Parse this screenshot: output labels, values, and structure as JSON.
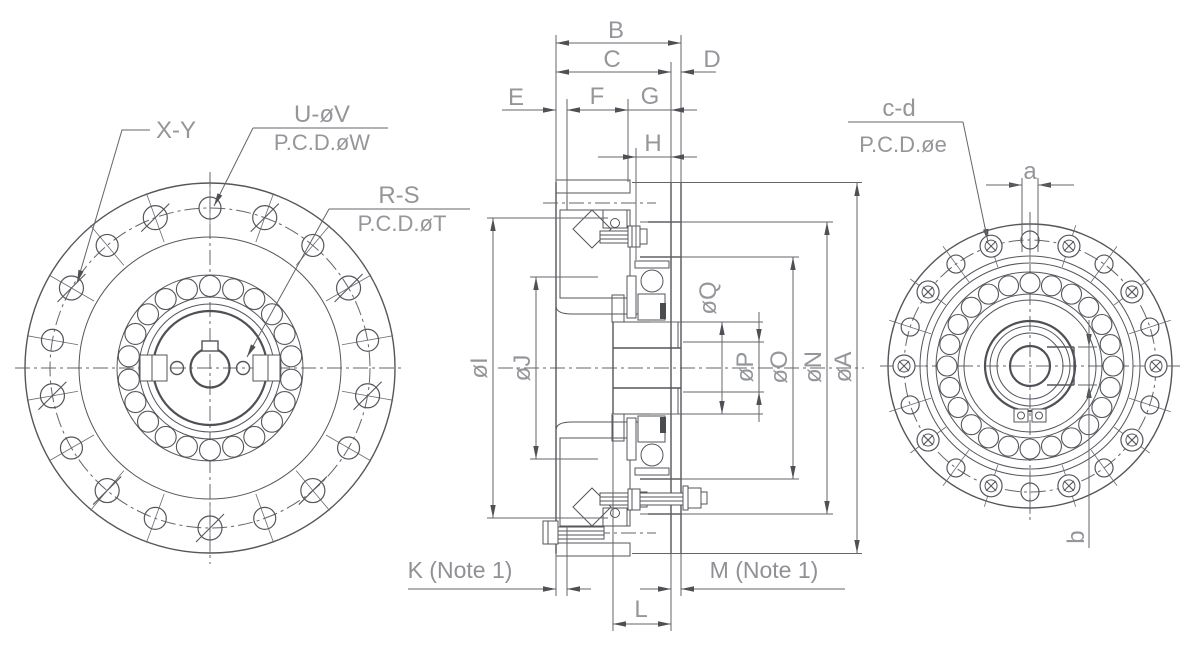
{
  "drawing": {
    "front_left_view": {
      "callout_tap_flange": "X-Y",
      "callout_bolt_count": "U-øV",
      "callout_bolt_pcd": "P.C.D.øW",
      "callout_center_tap_count": "R-S",
      "callout_center_tap_pcd": "P.C.D.øT"
    },
    "section_view": {
      "dim_b": "B",
      "dim_c": "C",
      "dim_d": "D",
      "dim_e": "E",
      "dim_f": "F",
      "dim_g": "G",
      "dim_h": "H",
      "dim_i": "øI",
      "dim_j": "øJ",
      "dim_q": "øQ",
      "dim_p": "øP",
      "dim_o": "øO",
      "dim_n": "øN",
      "dim_a": "øA",
      "dim_k": "K (Note 1)",
      "dim_l": "L",
      "dim_m": "M (Note 1)"
    },
    "front_right_view": {
      "callout_bolt_count": "c-d",
      "callout_bolt_pcd": "P.C.D.øe",
      "dim_a": "a",
      "dim_b": "b"
    }
  },
  "colors": {
    "part_line": "#54565b",
    "dimension_line": "#63656a",
    "label_text": "#94969a",
    "background": "#ffffff"
  }
}
